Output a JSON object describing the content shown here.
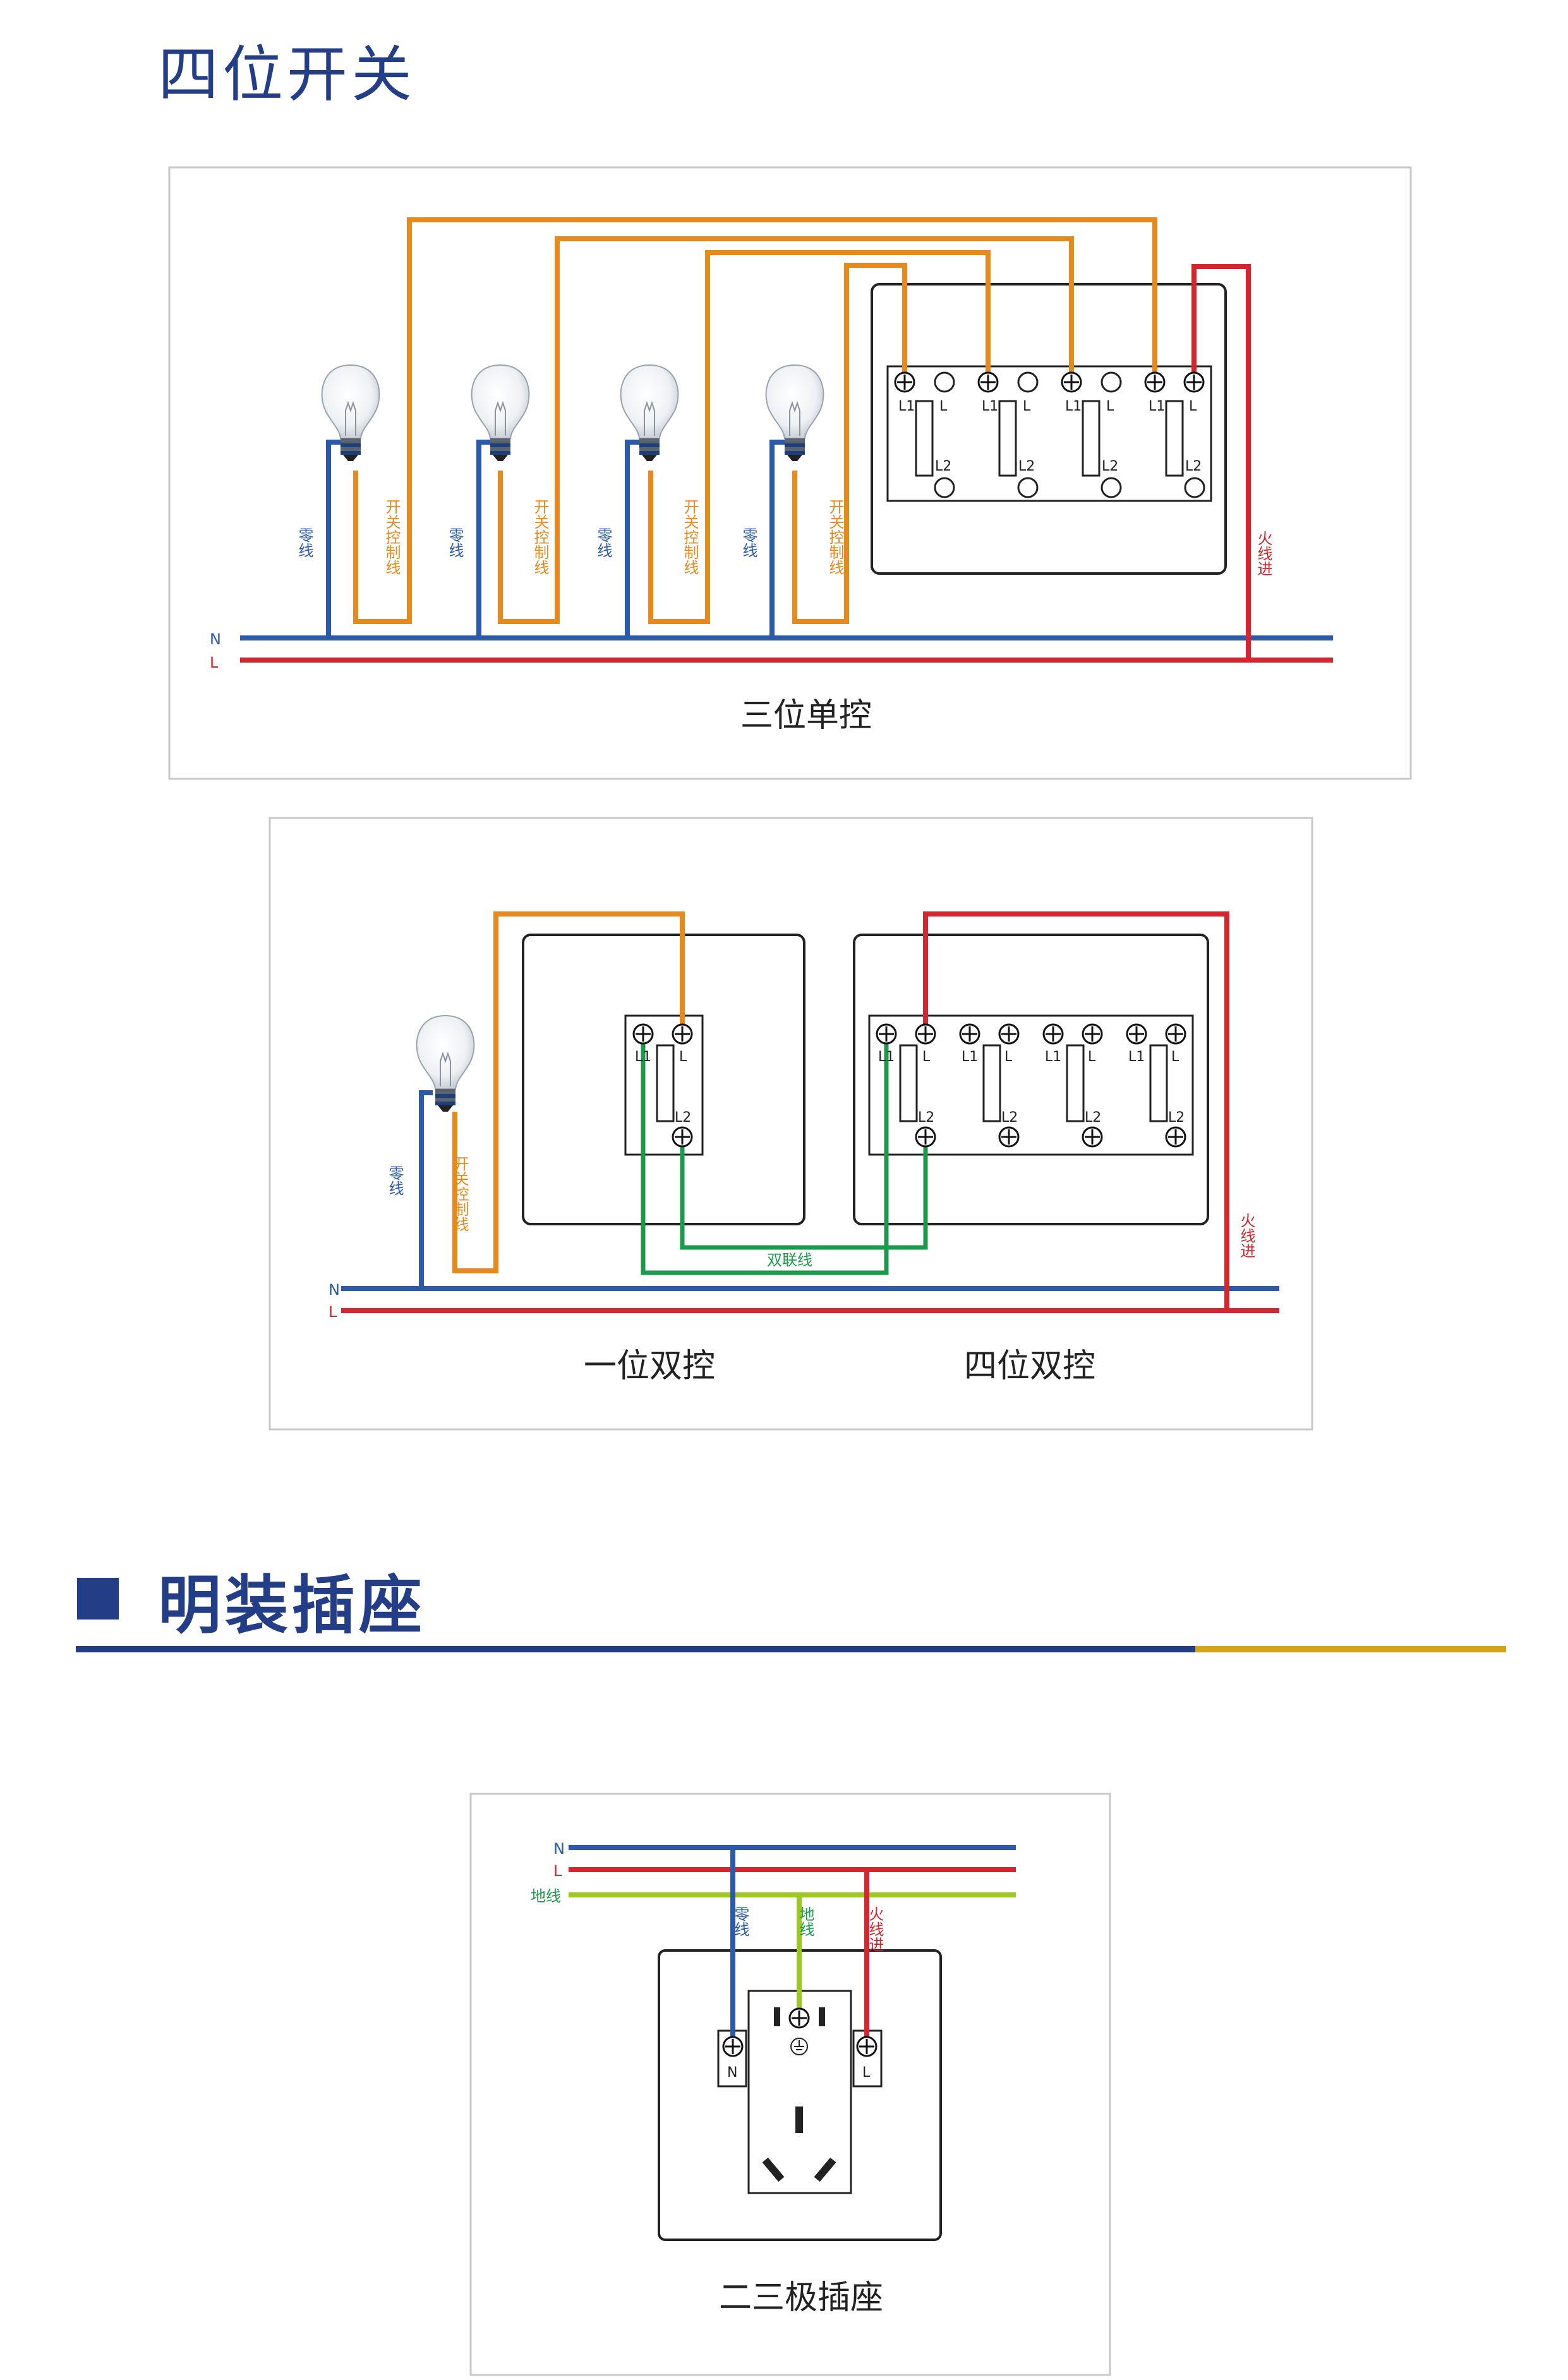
{
  "section1": {
    "title": "四位开关"
  },
  "diagram1": {
    "caption": "三位单控",
    "bus": {
      "n": "N",
      "l": "L"
    },
    "wires": {
      "neutral": "零线",
      "control": "开关控制线",
      "live_in": "火线进"
    },
    "terminals": {
      "l1": "L1",
      "l": "L",
      "l2": "L2"
    }
  },
  "diagram2": {
    "caption_left": "一位双控",
    "caption_right": "四位双控",
    "bus": {
      "n": "N",
      "l": "L"
    },
    "wires": {
      "neutral": "零线",
      "control": "开关控制线",
      "live_in": "火线进",
      "bridge": "双联线"
    },
    "terminals": {
      "l1": "L1",
      "l": "L",
      "l2": "L2"
    }
  },
  "section2": {
    "title": "明装插座"
  },
  "diagram3": {
    "caption": "二三极插座",
    "bus": {
      "n": "N",
      "l": "L",
      "earth": "地线"
    },
    "wires": {
      "neutral": "零线",
      "earth": "地线",
      "live_in": "火线进"
    },
    "terminals": {
      "n": "N",
      "l": "L"
    }
  },
  "colors": {
    "neutral": "#2a5aa8",
    "live": "#d3262f",
    "control": "#e58a1f",
    "bridge": "#1a9a4a",
    "earth": "#9cc820",
    "title": "#233e86",
    "accent_gold": "#d6a21a"
  },
  "icons": [
    "light-bulb-icon",
    "earth-ground-icon"
  ]
}
